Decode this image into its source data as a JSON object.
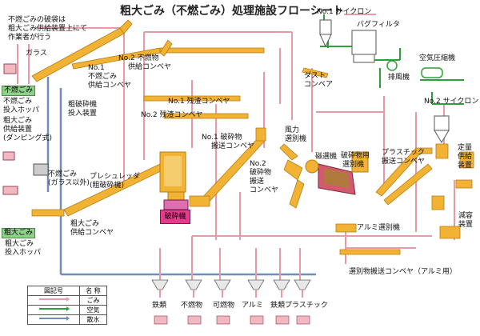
{
  "title": "粗大ごみ（不燃ごみ）処理施設フローシート",
  "colors": {
    "waste": "#f2b234",
    "air": "#2aa23a",
    "water": "#6f8fb4",
    "pipe": "#e89aa8",
    "crusher": "#e53b8a",
    "bin": "#e8e8e8"
  },
  "labels": {
    "fuunen_bag": "不燃ごみの破袋は",
    "fuunen_bag2": "粗大ごみ供給装置上にて",
    "fuunen_bag3": "作業者が行う",
    "gas": "ガラス",
    "fuunen_gomi": "不燃ごみ",
    "fuunen_feed1": "不燃ごみ",
    "fuunen_feed2": "供給装置",
    "sodai_feed1": "粗大ごみ",
    "sodai_feed2": "供給装置",
    "sodai_feed3": "(ダンピング式)",
    "fuunen_glass1": "不燃ごみ",
    "fuunen_glass2": "(ガラス以外)",
    "sodai_gomi": "粗大ごみ",
    "sodai_hopper1": "粗大ごみ",
    "sodai_hopper2": "投入ホッパ",
    "fuunen_hopper1": "不燃ごみ",
    "fuunen_hopper2": "投入ホッパ",
    "no1_conv1": "No.1",
    "no1_conv2": "不燃ごみ",
    "no1_conv3": "供給コンベヤ",
    "no2_conv1": "No.2 不燃物",
    "no2_conv2": "供給コンベヤ",
    "crusher_in1": "粗破砕機",
    "crusher_in2": "投入装置",
    "pre_crusher1": "プレシュレッダ",
    "pre_crusher2": "(粗破砕機)",
    "sodai_conv1": "粗大ごみ",
    "sodai_conv2": "供給コンベヤ",
    "no1_residue": "No.1 残渣コンベヤ",
    "no2_residue": "No.2 残渣コンベヤ",
    "no1_crushed1": "No.1 破砕物",
    "no1_crushed2": "搬送コンベヤ",
    "no2_crushed1": "No.2",
    "no2_crushed2": "破砕物",
    "no2_crushed3": "搬送",
    "no2_crushed4": "コンベヤ",
    "crusher": "破砕機",
    "no1_cyclone": "No.1 サイクロン",
    "bag_filter": "バグフィルタ",
    "dust_conv1": "ダスト",
    "dust_conv2": "コンベア",
    "fan": "排風機",
    "compressor": "空気圧縮機",
    "wind_sep1": "風力",
    "wind_sep2": "選別機",
    "magnet": "磁選機",
    "crushed_sep1": "破砕物用",
    "crushed_sep2": "選別機",
    "plastic_conv1": "プラスチック",
    "plastic_conv2": "搬送コンベヤ",
    "no2_cyclone": "No.2 サイクロン",
    "fixed_feed1": "定量",
    "fixed_feed2": "供給",
    "fixed_feed3": "装置",
    "compaction1": "減容",
    "compaction2": "装置",
    "alu_sep": "アルミ選別機",
    "alu_conv": "選別物搬送コンベヤ（アルミ用）"
  },
  "bins": [
    "鉄類",
    "不燃物",
    "可燃物",
    "アルミ",
    "鉄類",
    "プラスチック"
  ],
  "legend": {
    "header_sym": "図記号",
    "header_name": "名 称",
    "rows": [
      {
        "name": "ごみ",
        "color": "#f2b234"
      },
      {
        "name": "空気",
        "color": "#2aa23a"
      },
      {
        "name": "散水",
        "color": "#6f8fb4"
      }
    ]
  }
}
